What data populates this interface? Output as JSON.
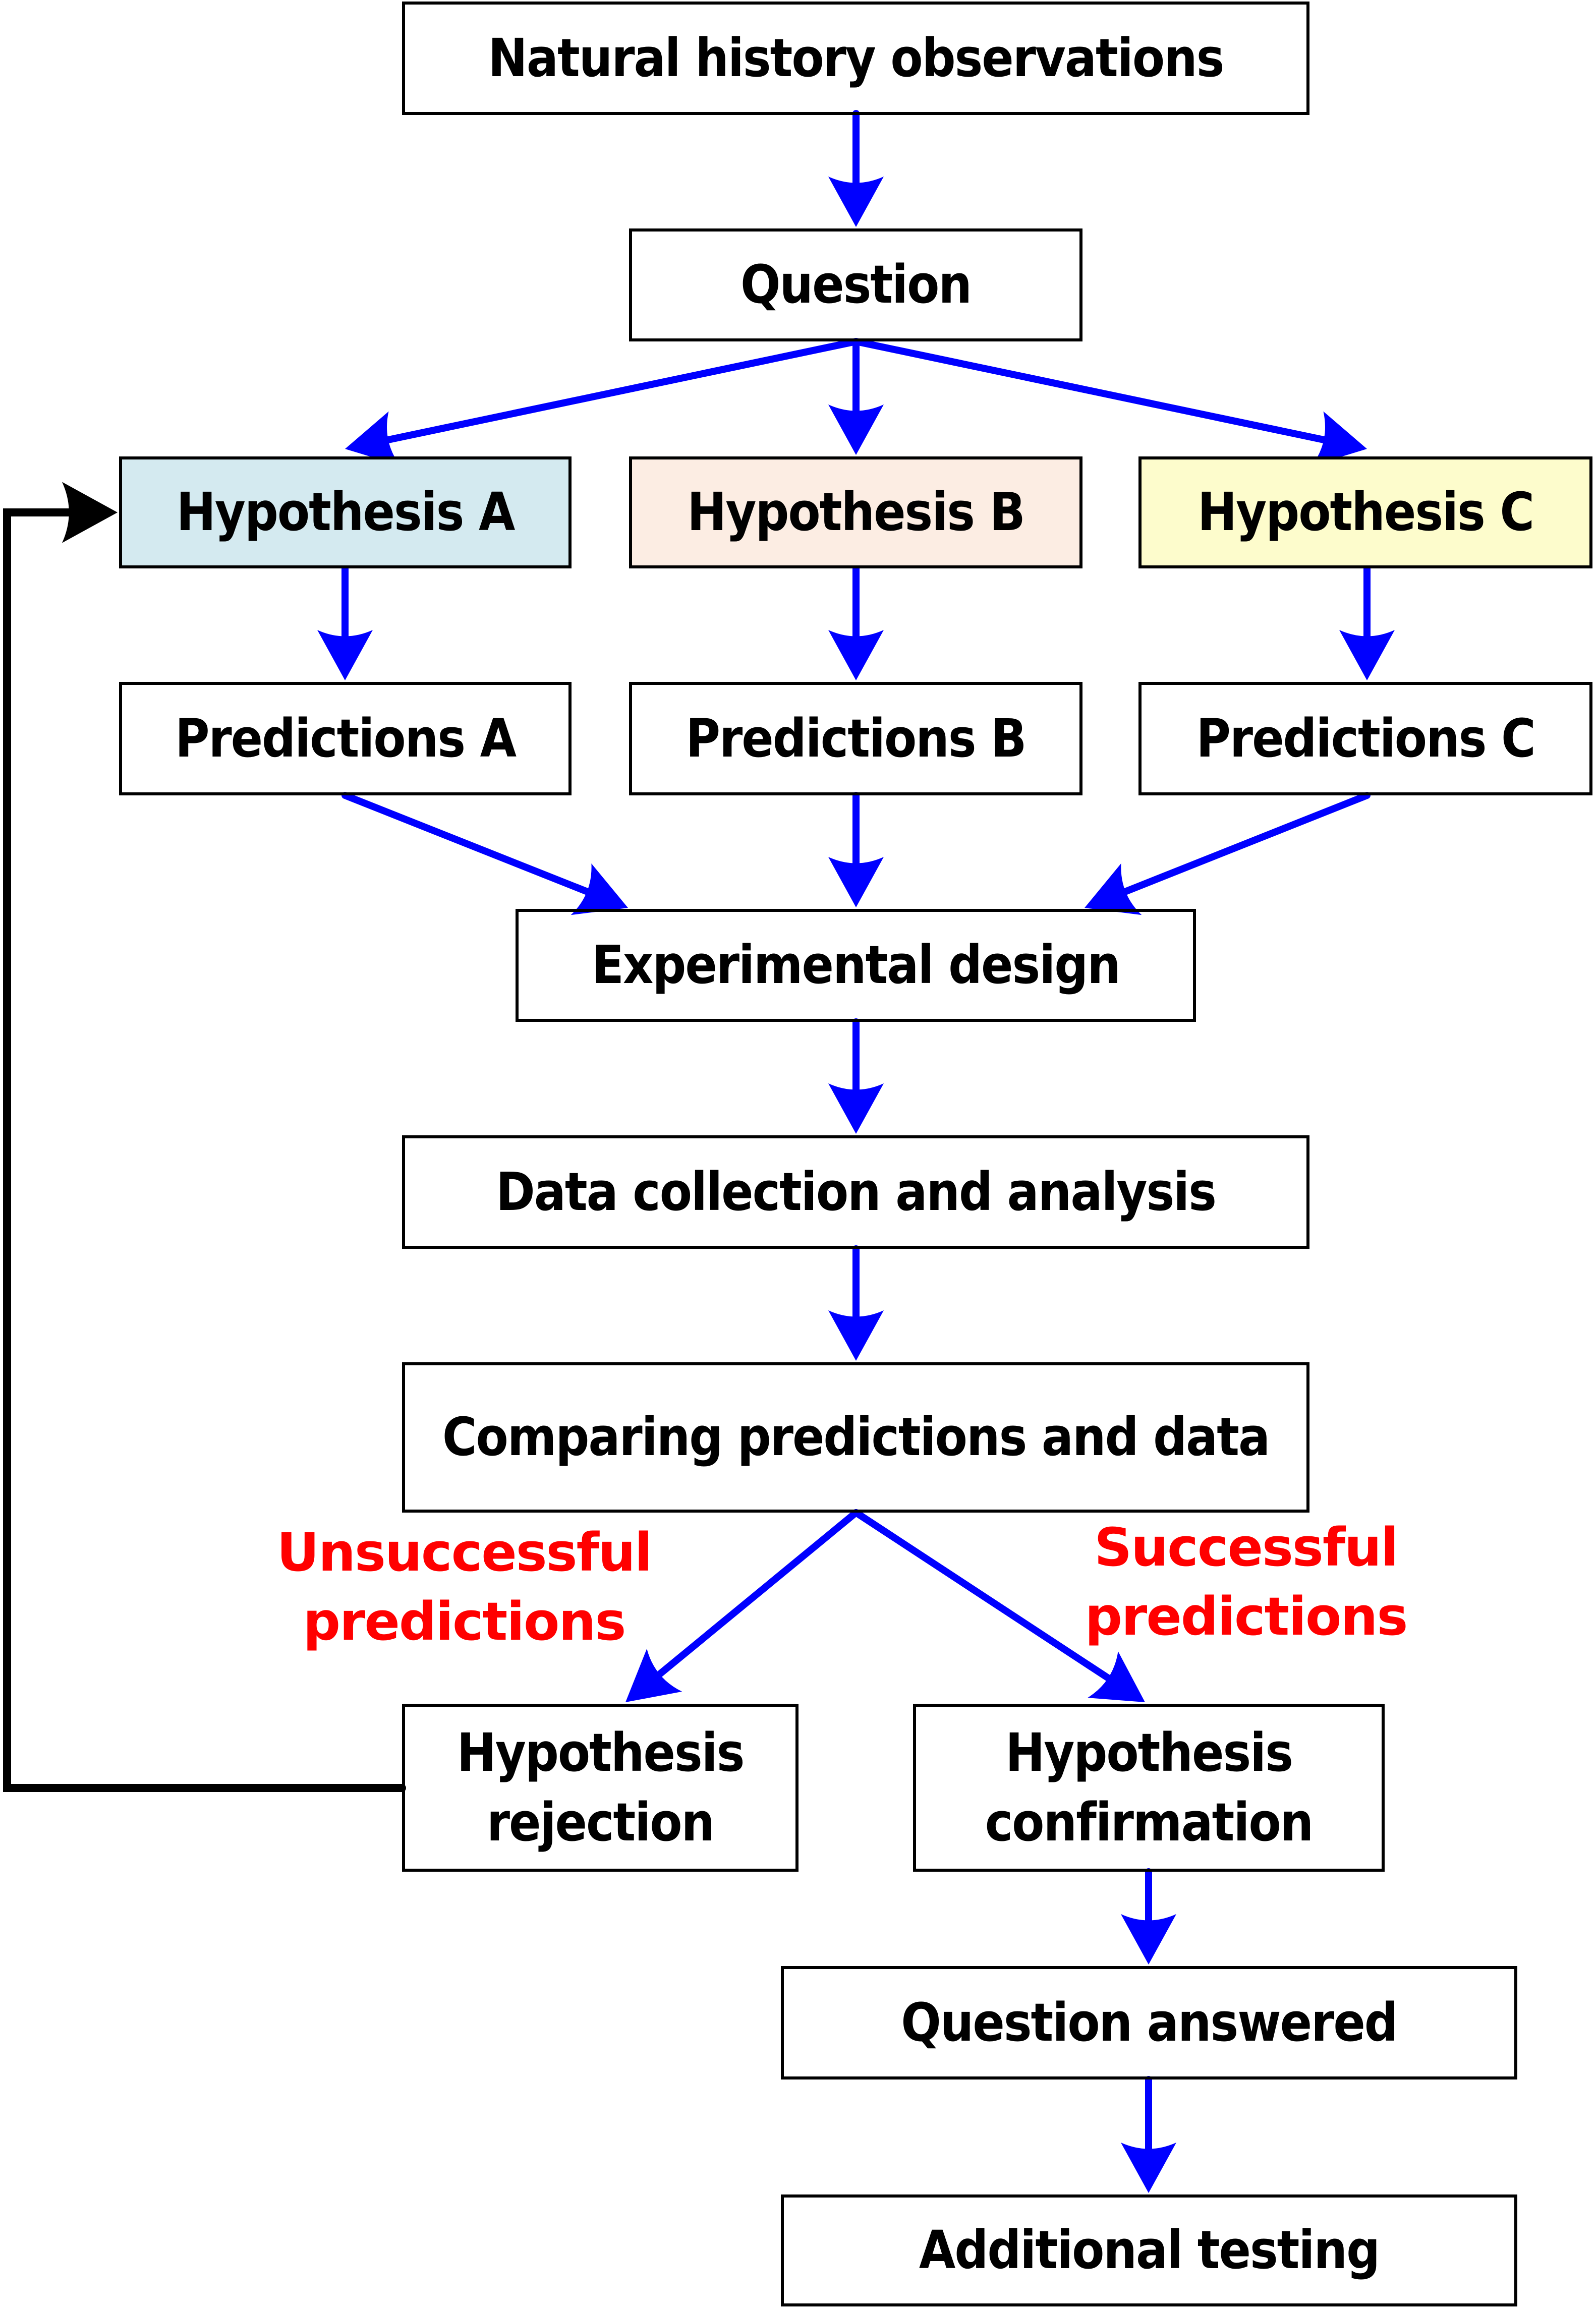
{
  "nodes": {
    "natural_history": "Natural history observations",
    "question": "Question",
    "hypothesis_a": "Hypothesis A",
    "hypothesis_b": "Hypothesis B",
    "hypothesis_c": "Hypothesis C",
    "predictions_a": "Predictions A",
    "predictions_b": "Predictions B",
    "predictions_c": "Predictions C",
    "experimental_design": "Experimental design",
    "data_collection": "Data collection and analysis",
    "comparing": "Comparing predictions and data",
    "rejection": "Hypothesis rejection",
    "confirmation": "Hypothesis confirmation",
    "question_answered": "Question answered",
    "additional_testing": "Additional testing"
  },
  "edge_labels": {
    "unsuccessful": "Unsuccessful predictions",
    "successful": "Successful predictions"
  },
  "colors": {
    "arrow": "#0000ff",
    "feedback_arrow": "#000000",
    "label_text": "#ff0000",
    "hypothesis_a_fill": "#d4eaf0",
    "hypothesis_b_fill": "#fcede3",
    "hypothesis_c_fill": "#fdfccc"
  }
}
